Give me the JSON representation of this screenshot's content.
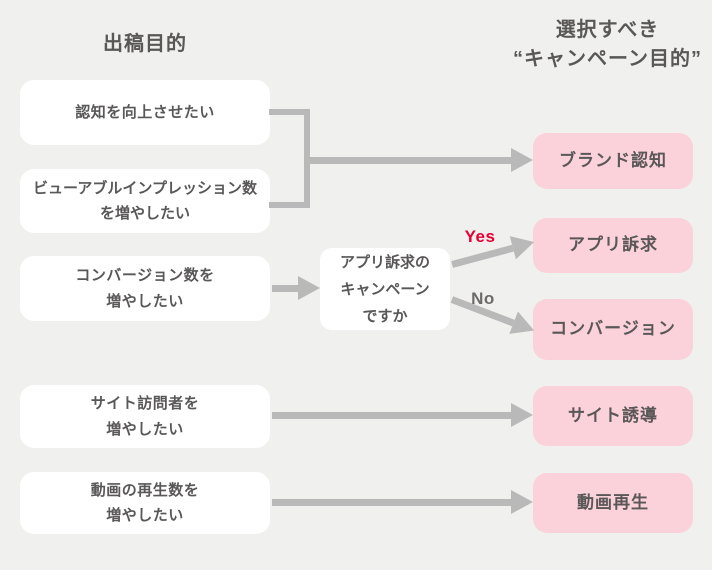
{
  "colors": {
    "background": "#f0f0ef",
    "source_box": "#ffffff",
    "objective_box": "#fbd1da",
    "text": "#595757",
    "arrow": "#b9b9b9",
    "yes_label": "#e60033",
    "no_label": "#6c6a6a"
  },
  "headers": {
    "left": "出稿目的",
    "right_line1": "選択すべき",
    "right_line2": "“キャンペーン目的”"
  },
  "flowchart": {
    "sources": [
      {
        "lines": [
          "認知を向上させたい",
          ""
        ]
      },
      {
        "lines": [
          "ビューアブルインプレッション数",
          "を増やしたい"
        ]
      },
      {
        "lines": [
          "コンバージョン数を",
          "増やしたい"
        ]
      },
      {
        "lines": [
          "サイト訪問者を",
          "増やしたい"
        ]
      },
      {
        "lines": [
          "動画の再生数を",
          "増やしたい"
        ]
      }
    ],
    "decision": {
      "lines": [
        "アプリ訴求の",
        "キャンペーン",
        "ですか"
      ]
    },
    "branch_labels": {
      "yes": "Yes",
      "no": "No"
    },
    "objectives": [
      {
        "label": "ブランド認知"
      },
      {
        "label": "アプリ訴求"
      },
      {
        "label": "コンバージョン"
      },
      {
        "label": "サイト誘導"
      },
      {
        "label": "動画再生"
      }
    ]
  }
}
